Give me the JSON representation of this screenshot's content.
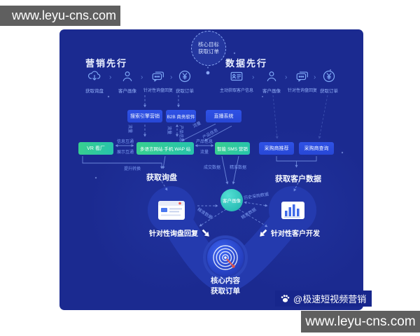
{
  "watermarks": {
    "top_left": "www.leyu-cns.com",
    "bottom_right": "www.leyu-cns.com"
  },
  "credit": {
    "label": "@极速短视频营销"
  },
  "goal_circle": {
    "line1": "核心目标",
    "line2": "获取订单"
  },
  "marketing_flow": {
    "title": "营销先行",
    "steps": [
      {
        "icon": "cloud-download-icon",
        "label": "获取询盘"
      },
      {
        "icon": "user-icon",
        "label": "客户画像"
      },
      {
        "icon": "chat-icon",
        "label": "针对性询盘回复"
      },
      {
        "icon": "yen-icon",
        "label": "获取订单"
      }
    ]
  },
  "data_flow": {
    "title": "数据先行",
    "steps": [
      {
        "icon": "id-card-icon",
        "label": "主动获取客户信息"
      },
      {
        "icon": "user-icon",
        "label": "客户画像"
      },
      {
        "icon": "chat-icon",
        "label": "针对性询盘回复"
      },
      {
        "icon": "yen-icon",
        "label": "获取订单"
      }
    ]
  },
  "channels": [
    "搜索引擎营销",
    "B2B 商务软件",
    "直播系统"
  ],
  "platforms": {
    "vr": "VR 看厂",
    "website": "多语言网站·手机 WAP 站",
    "sms": "智能 SMS 营销",
    "buyer_recommend": "采购商推荐",
    "buyer_search": "采购商查询"
  },
  "edge_labels": {
    "traffic": "流量",
    "product_info": "产品信息",
    "info_exchange": "信息互通",
    "display_exchange": "展示互通",
    "conversion": "提升转换",
    "deal_data": "成交数据",
    "precise_data": "精准数据",
    "history_data": "历史采购数据"
  },
  "milestones": {
    "inquiry": "获取询盘",
    "customer_data": "获取客户数据"
  },
  "profile_circle": "客户画像",
  "actions": {
    "left": "针对性询盘回复",
    "right": "针对性客户开发"
  },
  "core": {
    "line1": "核心内容",
    "line2": "获取订单"
  },
  "icons": {
    "chevron": "›"
  },
  "colors": {
    "canvas": "#1b2a90",
    "box_blue": "#2f52e6",
    "green": "#31c996",
    "teal": "#2fc9c2",
    "accent_text": "#93b0f8",
    "watermark_gray": "#5f5f5f"
  }
}
